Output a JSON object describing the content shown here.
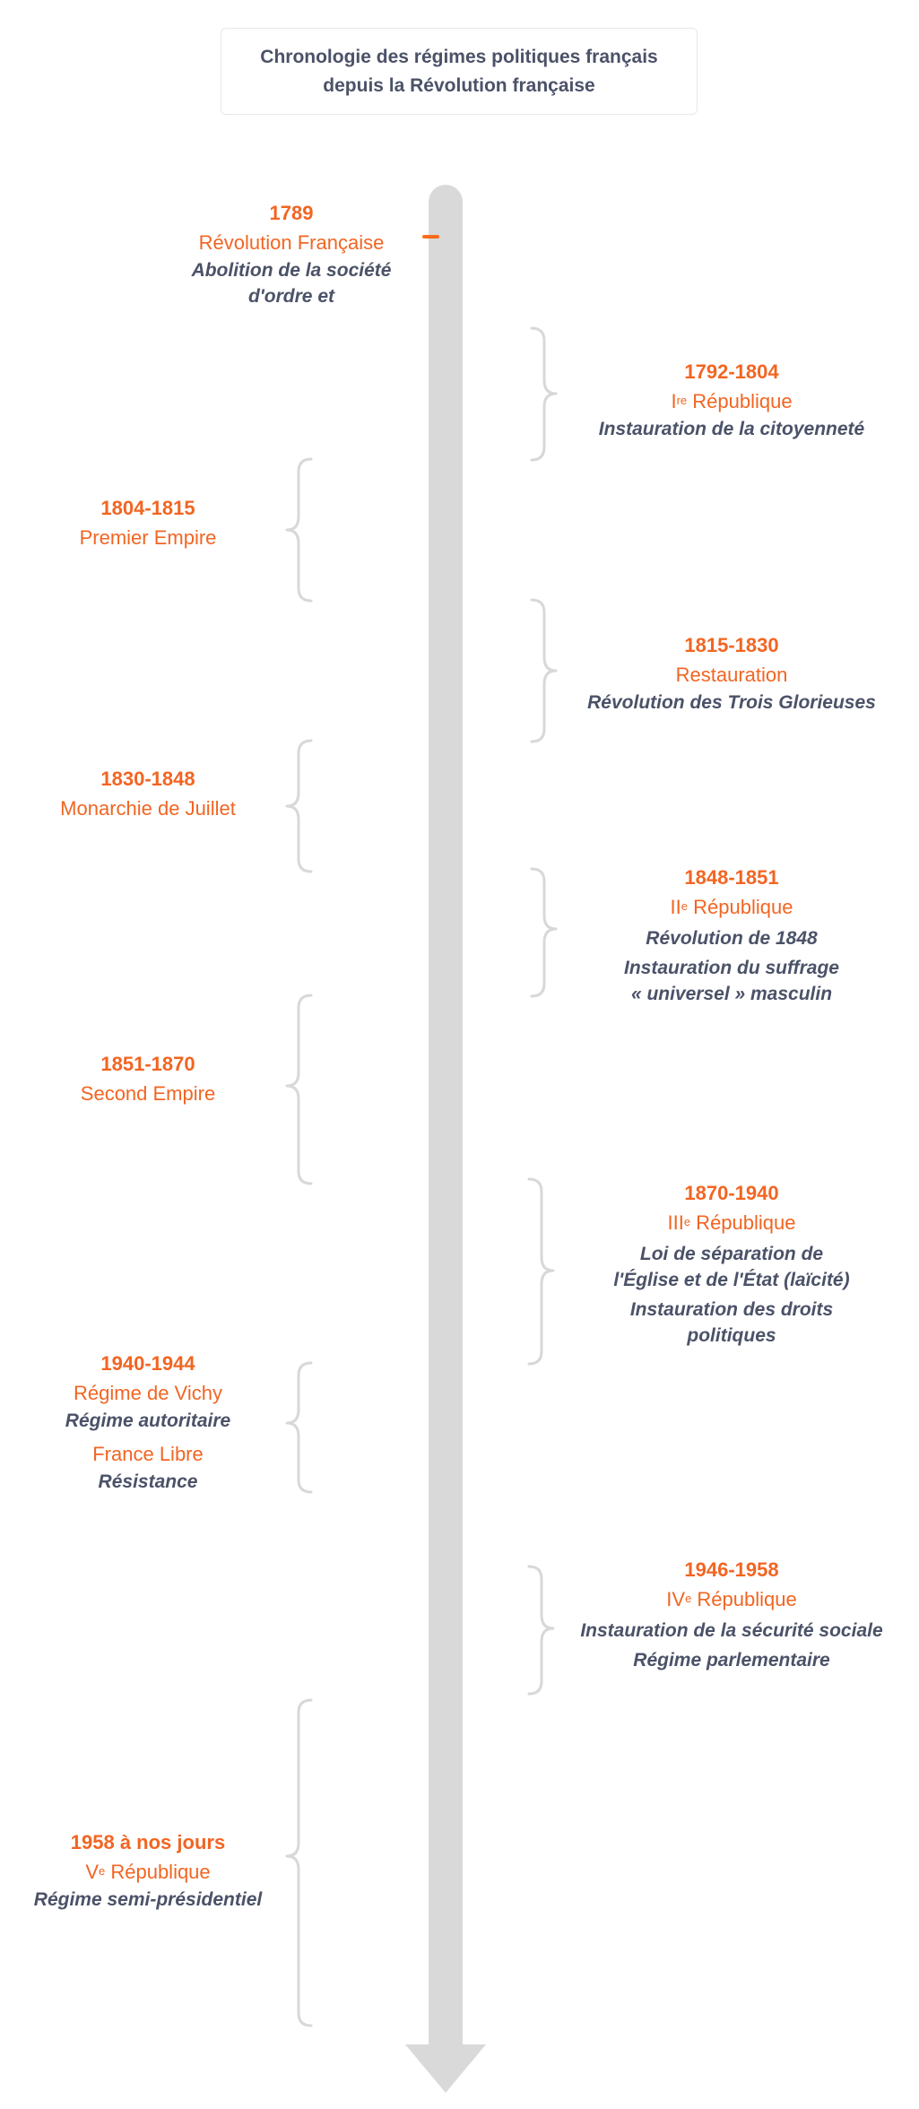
{
  "title": {
    "line1": "Chronologie des régimes politiques français",
    "line2": "depuis la Révolution française"
  },
  "colors": {
    "accent": "#f26522",
    "text": "#4b5268",
    "axis": "#d9d9d9",
    "brace": "#d8d8d8"
  },
  "timeline": {
    "e1789": {
      "year": "1789",
      "regime": "Révolution Française",
      "note1": "Abolition de la société",
      "note2": "d'ordre et"
    },
    "e1792": {
      "year": "1792-1804",
      "regime_prefix": "I",
      "regime_sup": "re",
      "regime_rest": " République",
      "note1": "Instauration de la citoyenneté"
    },
    "e1804": {
      "year": "1804-1815",
      "regime": "Premier Empire"
    },
    "e1815": {
      "year": "1815-1830",
      "regime": "Restauration",
      "note1": "Révolution des Trois Glorieuses"
    },
    "e1830": {
      "year": "1830-1848",
      "regime": "Monarchie de Juillet"
    },
    "e1848": {
      "year": "1848-1851",
      "regime_prefix": "II",
      "regime_sup": "e",
      "regime_rest": " République",
      "note1": "Révolution de 1848",
      "note2": "Instauration du suffrage",
      "note3": "« universel » masculin"
    },
    "e1851": {
      "year": "1851-1870",
      "regime": "Second Empire"
    },
    "e1870": {
      "year": "1870-1940",
      "regime_prefix": "III",
      "regime_sup": "e",
      "regime_rest": " République",
      "note1": "Loi de séparation de",
      "note2": "l'Église et de l'État (laïcité)",
      "note3": "Instauration des droits",
      "note4": "politiques"
    },
    "e1940": {
      "year": "1940-1944",
      "regime": "Régime de Vichy",
      "note1": "Régime autoritaire",
      "regime2": "France Libre",
      "note2": "Résistance"
    },
    "e1946": {
      "year": "1946-1958",
      "regime_prefix": "IV",
      "regime_sup": "e",
      "regime_rest": " République",
      "note1": "Instauration de la sécurité sociale",
      "note2": "Régime parlementaire"
    },
    "e1958": {
      "year": "1958 à nos jours",
      "regime_prefix": "V",
      "regime_sup": "e",
      "regime_rest": " République",
      "note1": "Régime semi-présidentiel"
    }
  }
}
